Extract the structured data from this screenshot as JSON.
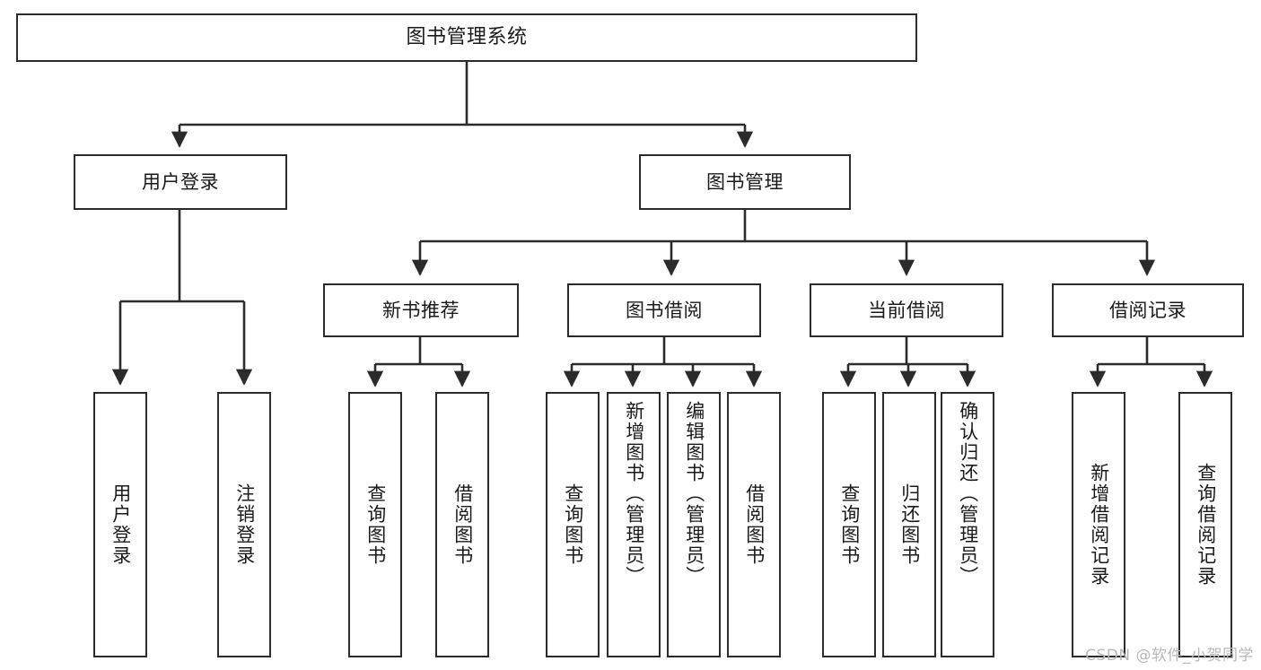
{
  "diagram": {
    "type": "tree",
    "title": "图书管理系统",
    "watermark": "CSDN @软件_小贺同学",
    "colors": {
      "box_border": "#2b2b2b",
      "box_fill": "#ffffff",
      "edge": "#2b2b2b",
      "text": "#1a1a1a",
      "watermark": "#b8b8b8"
    },
    "root": {
      "label": "图书管理系统"
    },
    "level2": [
      {
        "label": "用户登录"
      },
      {
        "label": "图书管理"
      }
    ],
    "level3": [
      {
        "label": "新书推荐"
      },
      {
        "label": "图书借阅"
      },
      {
        "label": "当前借阅"
      },
      {
        "label": "借阅记录"
      }
    ],
    "leaves": {
      "user_login": [
        {
          "label": "用户登录"
        },
        {
          "label": "注销登录"
        }
      ],
      "new_book_recommend": [
        {
          "label": "查询图书"
        },
        {
          "label": "借阅图书"
        }
      ],
      "book_borrow": [
        {
          "label": "查询图书"
        },
        {
          "label": "新增图书（管理员）"
        },
        {
          "label": "编辑图书（管理员）"
        },
        {
          "label": "借阅图书"
        }
      ],
      "current_borrow": [
        {
          "label": "查询图书"
        },
        {
          "label": "归还图书"
        },
        {
          "label": "确认归还（管理员）"
        }
      ],
      "borrow_record": [
        {
          "label": "新增借阅记录"
        },
        {
          "label": "查询借阅记录"
        }
      ]
    }
  }
}
